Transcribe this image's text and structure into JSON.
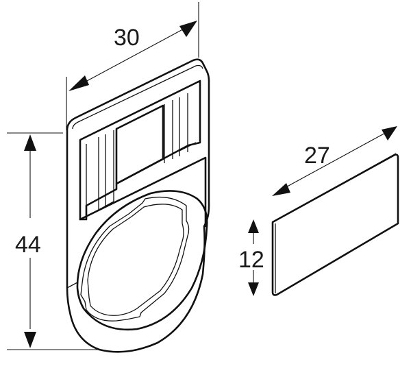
{
  "diagram": {
    "type": "technical dimension drawing",
    "parts": [
      {
        "name": "legend holder",
        "dimensions": {
          "width": "30",
          "height": "44"
        }
      },
      {
        "name": "legend plate insert",
        "dimensions": {
          "width": "27",
          "height": "12"
        }
      }
    ],
    "labels": {
      "holder_width": "30",
      "holder_height": "44",
      "plate_width": "27",
      "plate_height": "12"
    },
    "colors": {
      "line": "#111111",
      "background": "#ffffff"
    }
  }
}
